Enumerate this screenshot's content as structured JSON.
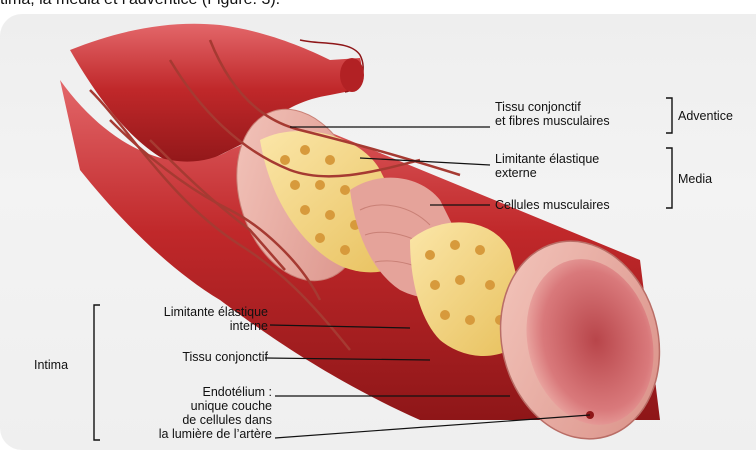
{
  "caption": "tima, la media et l’adventice (Figure. 3).",
  "labels": {
    "adventice_tissue": [
      "Tissu conjonctif",
      "et fibres musculaires"
    ],
    "adventice": "Adventice",
    "media_elastic_ext": [
      "Limitante élastique",
      "externe"
    ],
    "media": "Media",
    "media_muscle": "Cellules musculaires",
    "intima_elastic_int": [
      "Limitante élastique",
      "interne"
    ],
    "intima": "Intima",
    "intima_tissue": "Tissu conjonctif",
    "endothelium": [
      "Endotélium :",
      "unique couche",
      "de cellules dans",
      "la lumière de l’artère"
    ]
  },
  "colors": {
    "artery_red": "#c0282a",
    "artery_highlight": "#e3676a",
    "tissue_pink": "#e9a79a",
    "elastic_yellow": "#f2d27a",
    "lumen_pink": "#d9797b",
    "frame_gray": "#efefef"
  }
}
